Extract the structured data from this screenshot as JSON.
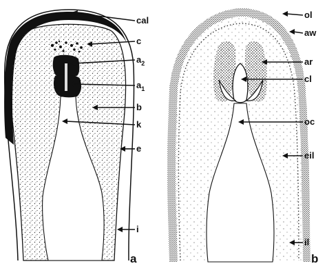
{
  "panels": [
    {
      "id": "a",
      "label": "a",
      "annotations": [
        "cal",
        "c",
        "a2",
        "a1",
        "b",
        "k",
        "e",
        "i"
      ]
    },
    {
      "id": "b",
      "label": "b",
      "annotations": [
        "ol",
        "aw",
        "ar",
        "cl",
        "oc",
        "eil",
        "il"
      ]
    }
  ],
  "labels": {
    "cal": "cal",
    "c": "c",
    "a2_base": "a",
    "a2_sub": "2",
    "a1_base": "a",
    "a1_sub": "1",
    "b": "b",
    "k": "k",
    "e": "e",
    "i": "i",
    "ol": "ol",
    "aw": "aw",
    "ar": "ar",
    "cl": "cl",
    "oc": "oc",
    "eil": "eil",
    "il": "il"
  },
  "panel_labels": {
    "a": "a",
    "b": "b"
  },
  "colors": {
    "ink": "#111111",
    "background": "#ffffff",
    "stipple": "#3a3a3a"
  }
}
